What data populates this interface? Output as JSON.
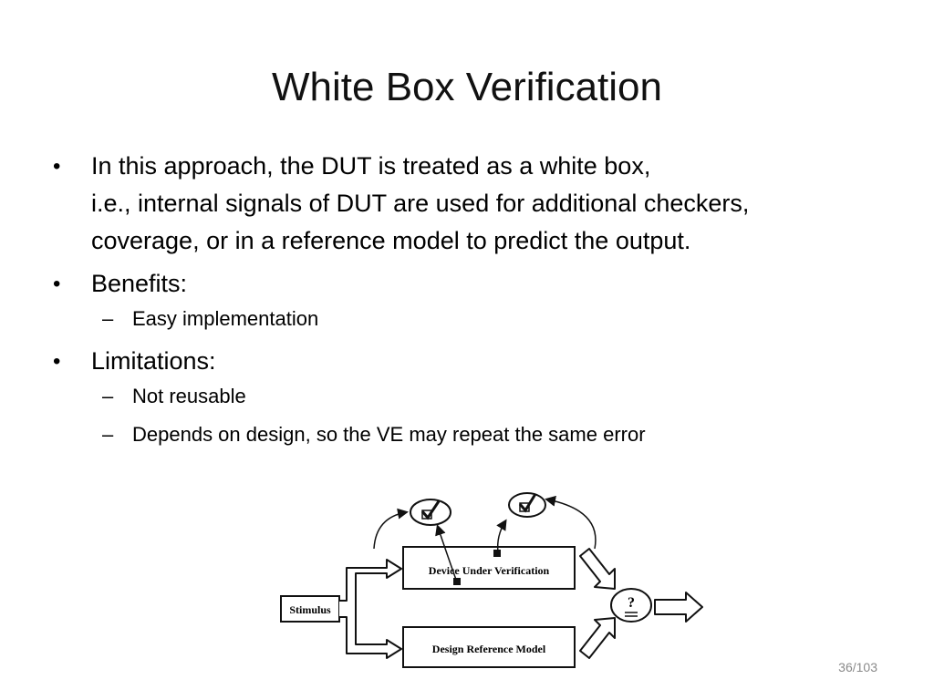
{
  "slide": {
    "title": "White Box Verification",
    "bullets": [
      {
        "lines": [
          "In this approach, the DUT is treated as a white box,",
          "i.e., internal signals of DUT are used for additional checkers,",
          "coverage, or in a reference model to predict the output."
        ],
        "sub_items": []
      },
      {
        "lines": [
          "Benefits:"
        ],
        "sub_items": [
          "Easy implementation"
        ]
      },
      {
        "lines": [
          "Limitations:"
        ],
        "sub_items": [
          "Not reusable",
          "Depends on design, so the VE may repeat the same error"
        ]
      }
    ],
    "bullet_marker": "•",
    "sub_marker": "–",
    "page_number": "36/103"
  },
  "diagram": {
    "stimulus_label": "Stimulus",
    "dut_label": "Device Under Verification",
    "reference_label": "Design Reference Model",
    "compare_symbol": "?",
    "checker_icon": "check-mark-icon",
    "signal_probe_icon": "square-probe-icon"
  }
}
